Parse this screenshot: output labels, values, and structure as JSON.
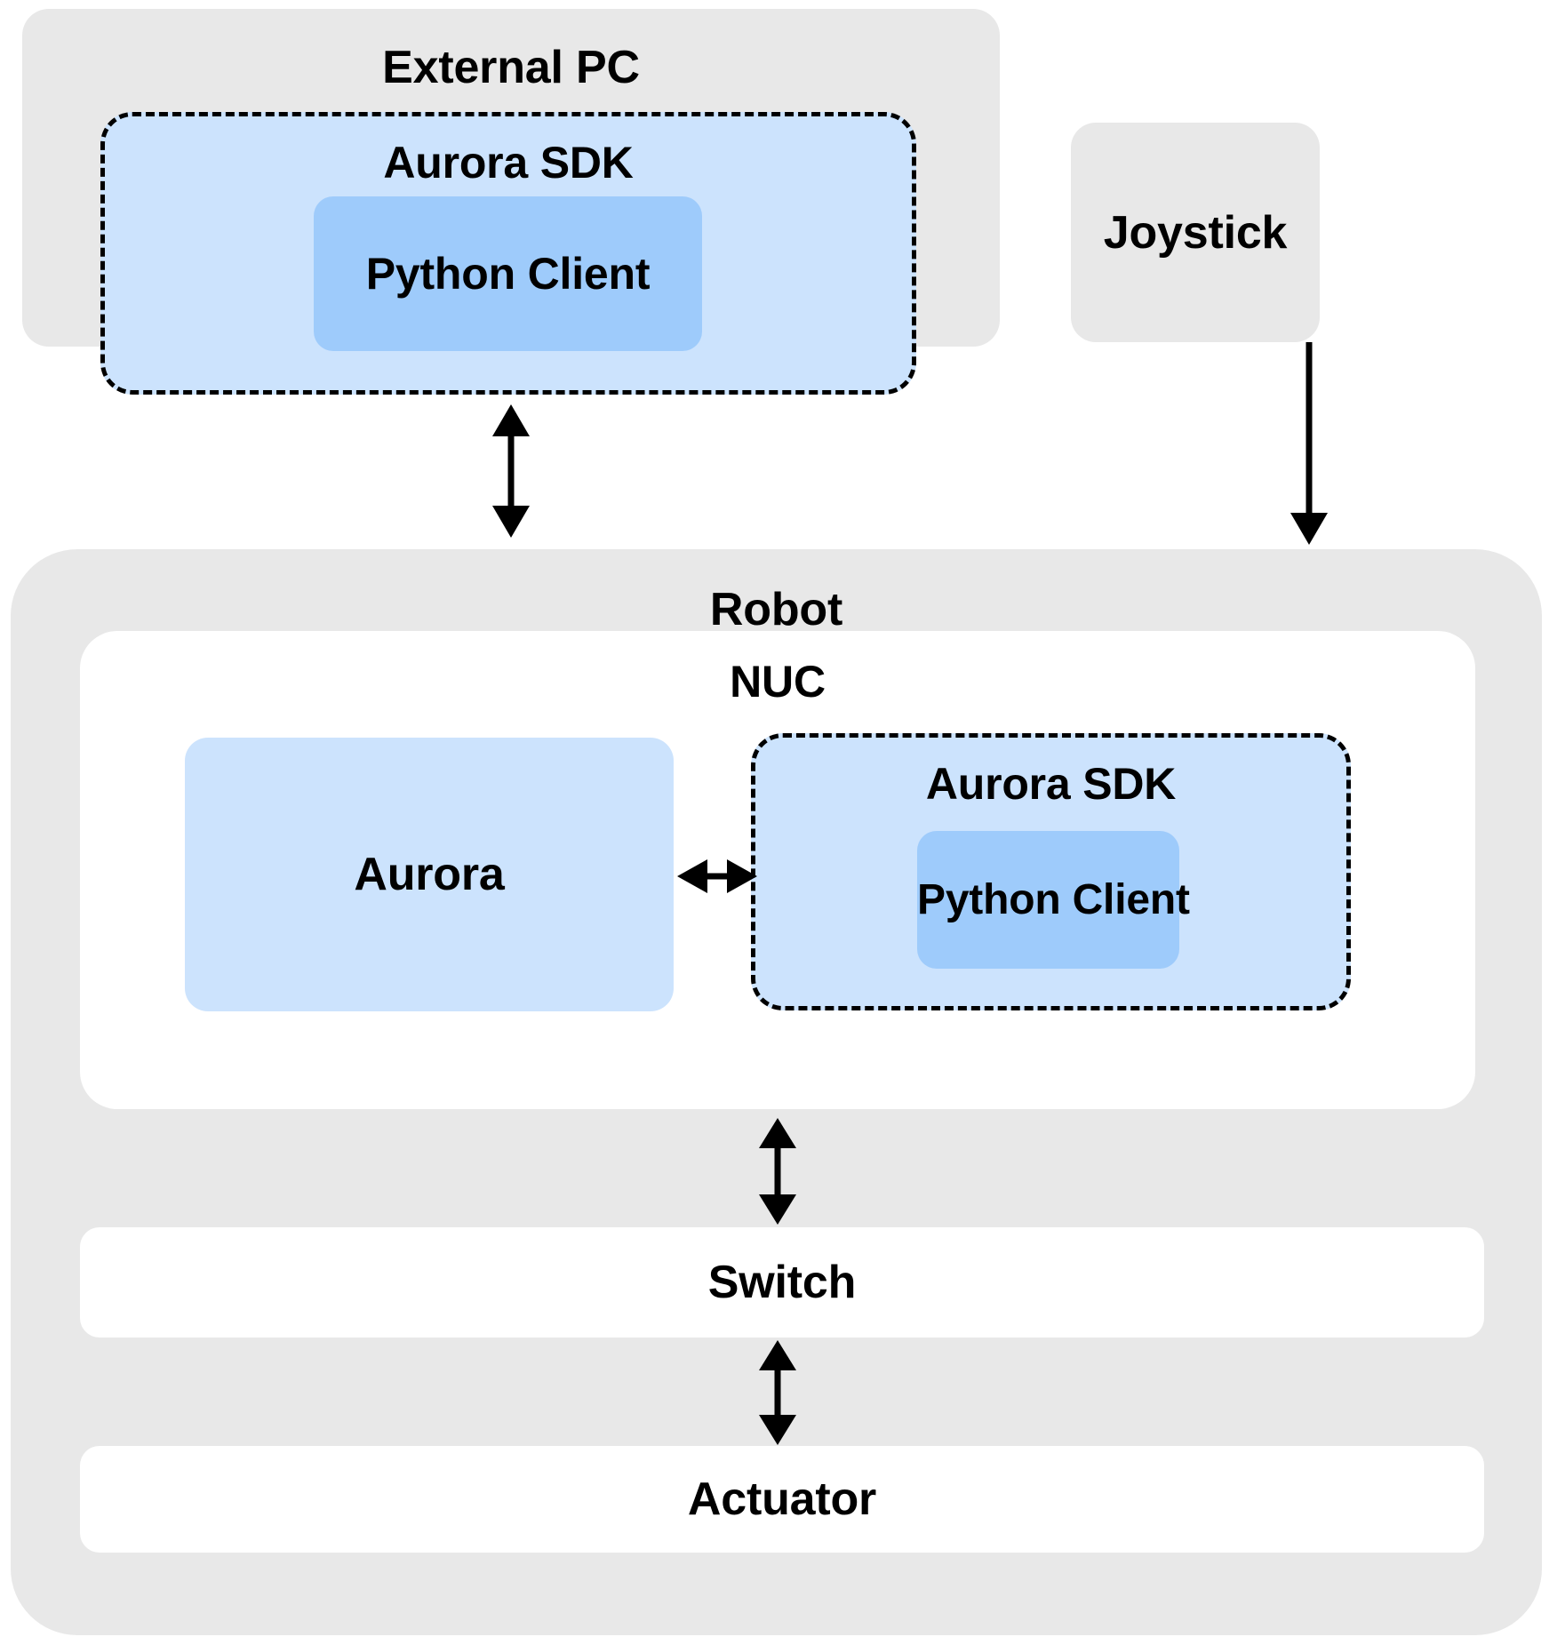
{
  "diagram": {
    "title": "Aurora SDK robot system architecture",
    "colors": {
      "container_gray": "#e8e8e8",
      "panel_white": "#ffffff",
      "sdk_light_blue": "#cce3fd",
      "client_mid_blue": "#9ecbfb",
      "stroke_black": "#000000",
      "page_background": "#ffffff"
    },
    "nodes": {
      "external_pc": {
        "label": "External PC"
      },
      "external_pc_sdk": {
        "label": "Aurora SDK"
      },
      "external_pc_python_client": {
        "label": "Python Client"
      },
      "joystick": {
        "label": "Joystick"
      },
      "robot": {
        "label": "Robot"
      },
      "nuc": {
        "label": "NUC"
      },
      "aurora": {
        "label": "Aurora"
      },
      "nuc_sdk": {
        "label": "Aurora SDK"
      },
      "nuc_python_client": {
        "label": "Python Client"
      },
      "switch": {
        "label": "Switch"
      },
      "actuator": {
        "label": "Actuator"
      }
    },
    "edges": [
      {
        "name": "external-pc-to-robot",
        "from": "external_pc",
        "to": "robot",
        "direction": "bidirectional",
        "orientation": "vertical"
      },
      {
        "name": "joystick-to-robot",
        "from": "joystick",
        "to": "robot",
        "direction": "unidirectional",
        "orientation": "vertical"
      },
      {
        "name": "aurora-to-nuc-sdk",
        "from": "aurora",
        "to": "nuc_sdk",
        "direction": "bidirectional",
        "orientation": "horizontal"
      },
      {
        "name": "nuc-to-switch",
        "from": "nuc",
        "to": "switch",
        "direction": "bidirectional",
        "orientation": "vertical"
      },
      {
        "name": "switch-to-actuator",
        "from": "switch",
        "to": "actuator",
        "direction": "bidirectional",
        "orientation": "vertical"
      }
    ]
  }
}
